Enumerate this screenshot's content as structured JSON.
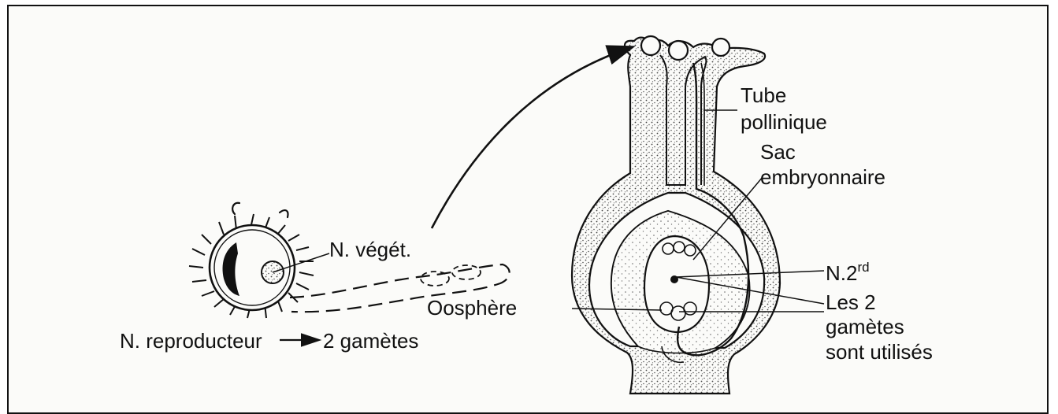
{
  "labels": {
    "tube": "Tube",
    "pollinique": "pollinique",
    "sac": "Sac",
    "embryonnaire": "embryonnaire",
    "n_veget": "N. végét.",
    "n2": "N.2",
    "n2_sup": "rd",
    "les2": "Les 2",
    "gametes": "gamètes",
    "sont_utilises": "sont utilisés",
    "oosphere": "Oosphère",
    "n_reproducteur": "N. reproducteur",
    "deux_gametes": "2 gamètes"
  },
  "colors": {
    "ink": "#111111",
    "paper": "#fbfbf9",
    "stipple": "#555555"
  }
}
